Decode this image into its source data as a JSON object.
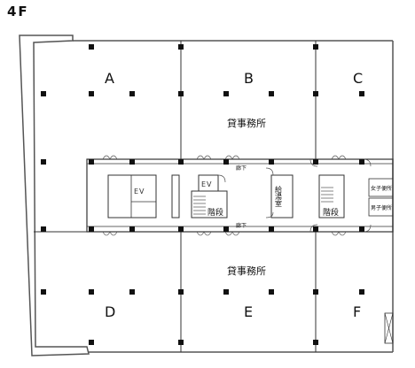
{
  "floor": "4F",
  "rooms": {
    "A": "A",
    "B": "B",
    "C": "C",
    "D": "D",
    "E": "E",
    "F": "F"
  },
  "office_label": "貸事務所",
  "corridor_label": "廊下",
  "elevator_label": "EV",
  "stairs_label": "階段",
  "kitchenette_label": "給湯室",
  "womens_restroom_label": "女子便所",
  "mens_restroom_label": "男子便所"
}
